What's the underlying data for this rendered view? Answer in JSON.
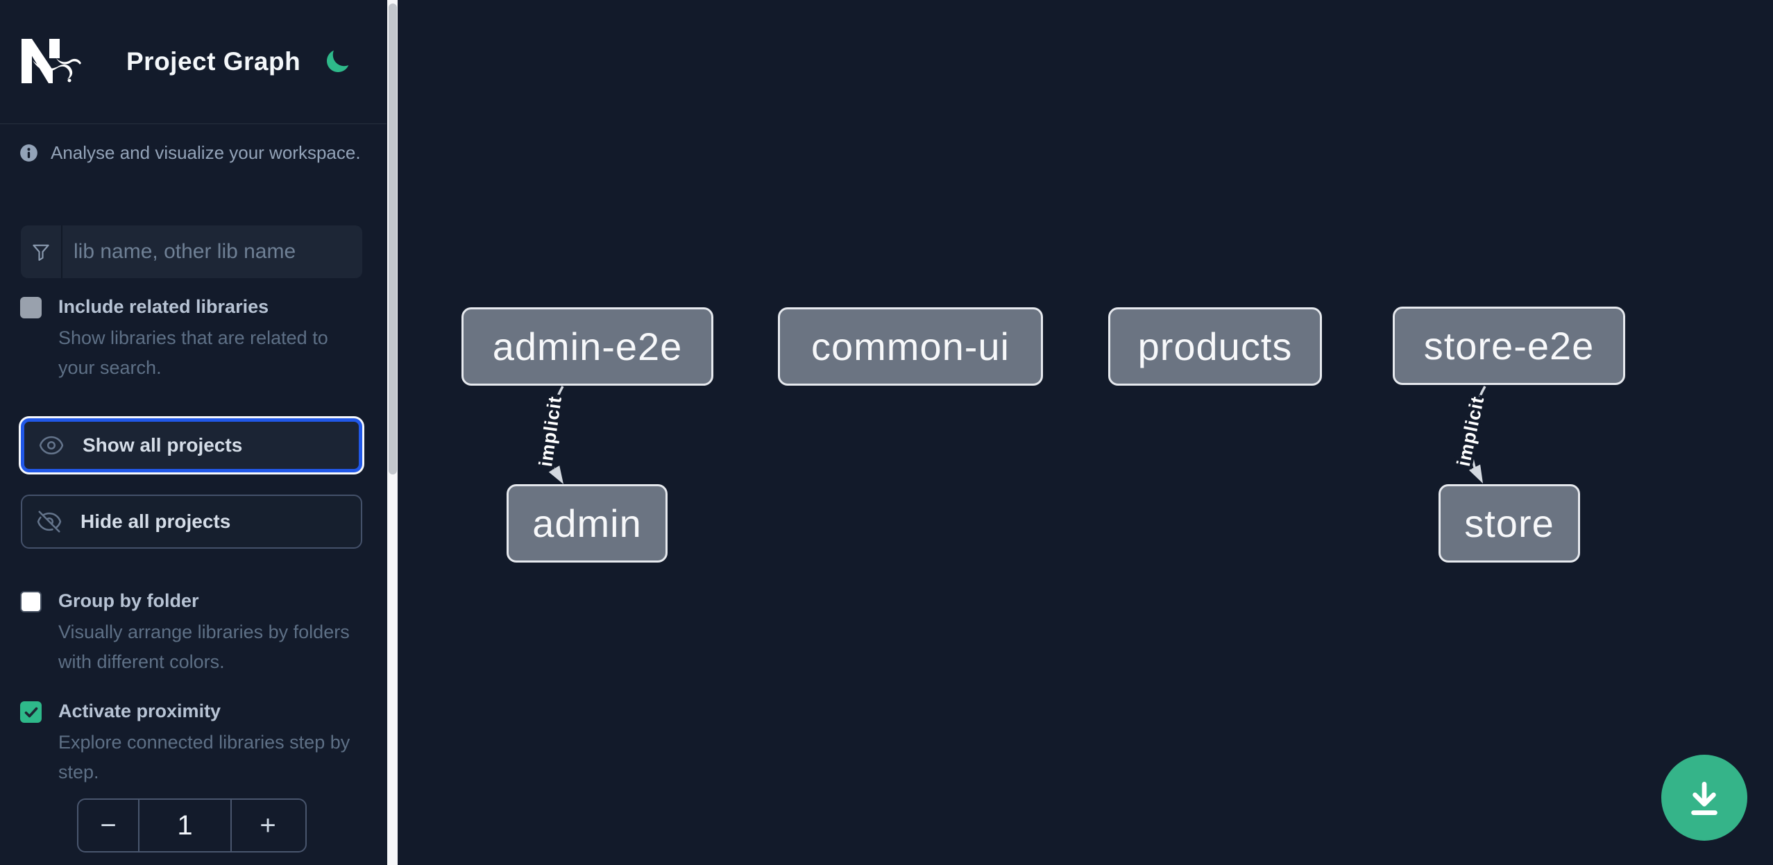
{
  "header": {
    "title": "Project Graph",
    "logo_icon": "nx-logo",
    "theme_toggle_icon": "moon-icon"
  },
  "sidebar": {
    "tagline": "Analyse and visualize your workspace.",
    "info_icon": "info-circle-icon",
    "search": {
      "placeholder": "lib name, other lib name",
      "icon": "funnel-icon"
    },
    "include_related": {
      "label": "Include related libraries",
      "description": "Show libraries that are related to your search.",
      "checked": false
    },
    "show_all": {
      "label": "Show all projects",
      "icon": "eye-icon",
      "focused": true
    },
    "hide_all": {
      "label": "Hide all projects",
      "icon": "eye-slash-icon"
    },
    "group_by_folder": {
      "label": "Group by folder",
      "description": "Visually arrange libraries by folders with different colors.",
      "checked": false
    },
    "activate_proximity": {
      "label": "Activate proximity",
      "description": "Explore connected libraries step by step.",
      "checked": true
    },
    "proximity_stepper": {
      "decrement": "−",
      "value": "1",
      "increment": "+"
    }
  },
  "graph": {
    "nodes": [
      {
        "id": "admin-e2e",
        "label": "admin-e2e"
      },
      {
        "id": "common-ui",
        "label": "common-ui"
      },
      {
        "id": "products",
        "label": "products"
      },
      {
        "id": "store-e2e",
        "label": "store-e2e"
      },
      {
        "id": "admin",
        "label": "admin"
      },
      {
        "id": "store",
        "label": "store"
      }
    ],
    "edges": [
      {
        "source": "admin-e2e",
        "target": "admin",
        "label": "implicit",
        "type": "implicit"
      },
      {
        "source": "store-e2e",
        "target": "store",
        "label": "implicit",
        "type": "implicit"
      }
    ]
  },
  "fab": {
    "icon": "download-icon"
  },
  "colors": {
    "sidebar_bg": "#131b2b",
    "canvas_bg": "#121a2a",
    "focus_blue": "#2158e8",
    "accent_green": "#2eb98a",
    "node_fill": "#6b7482",
    "node_border": "#e6e9ee",
    "edge": "#d4d9e0",
    "muted_text": "#5e7086",
    "label_text": "#b7c3d4"
  }
}
